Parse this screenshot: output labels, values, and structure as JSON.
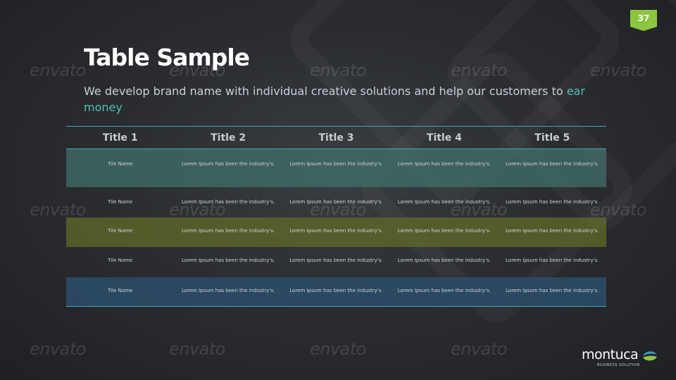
{
  "page_number": "37",
  "title": "Table Sample",
  "subtitle_main": "We develop brand name with individual creative solutions and help our customers to ",
  "subtitle_highlight": "ear money",
  "watermark_text": "envato",
  "table": {
    "headers": [
      "Title 1",
      "Title 2",
      "Title 3",
      "Title 4",
      "Title 5"
    ],
    "rows": [
      [
        "Tile  Name",
        "Lorem  Ipsum has been  the industry's.",
        "Lorem  Ipsum has been  the industry's.",
        "Lorem  Ipsum has been  the industry's.",
        "Lorem  Ipsum has been  the industry's."
      ],
      [
        "Tile  Name",
        "Lorem  Ipsum has been  the industry's.",
        "Lorem  Ipsum has been  the industry's.",
        "Lorem  Ipsum has been  the industry's.",
        "Lorem  Ipsum has been  the industry's."
      ],
      [
        "Tile  Name",
        "Lorem  Ipsum has been  the industry's.",
        "Lorem  Ipsum has been  the industry's.",
        "Lorem  Ipsum has been  the industry's.",
        "Lorem  Ipsum has been  the industry's."
      ],
      [
        "Tile  Name",
        "Lorem  Ipsum has been  the industry's.",
        "Lorem  Ipsum has been  the industry's.",
        "Lorem  Ipsum has been  the industry's.",
        "Lorem  Ipsum has been  the industry's."
      ],
      [
        "Tile  Name",
        "Lorem  Ipsum has been  the industry's.",
        "Lorem  Ipsum has been  the industry's.",
        "Lorem  Ipsum has been  the industry's.",
        "Lorem  Ipsum has been  the industry's."
      ]
    ]
  },
  "brand": {
    "name": "montuca",
    "tagline": "BUSINESS SOLUTION"
  },
  "colors": {
    "accent_green": "#8cc63f",
    "highlight_teal": "#4fc3b1",
    "rule_line": "#3fa8b6"
  }
}
